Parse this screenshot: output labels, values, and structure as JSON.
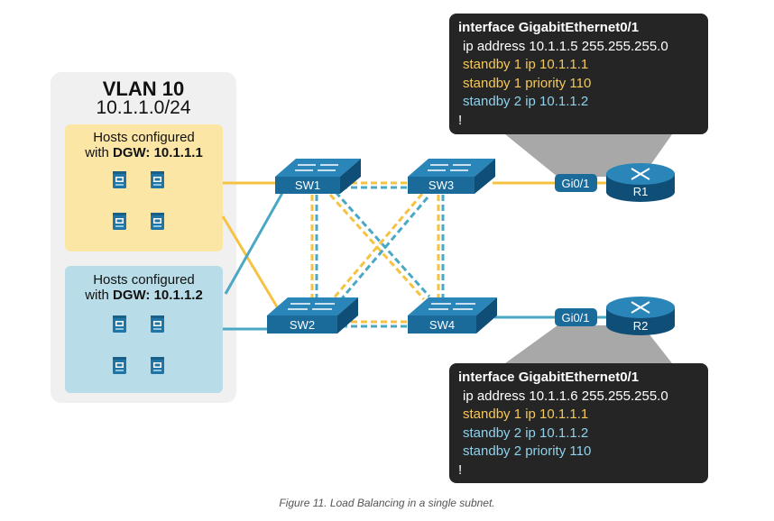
{
  "vlan": {
    "title": "VLAN 10",
    "subnet": "10.1.1.0/24"
  },
  "host_groups": [
    {
      "line1": "Hosts configured",
      "prefix": "with ",
      "dgw_label": "DGW:",
      "dgw_value": "10.1.1.1"
    },
    {
      "line1": "Hosts configured",
      "prefix": "with ",
      "dgw_label": "DGW:",
      "dgw_value": "10.1.1.2"
    }
  ],
  "switches": [
    "SW1",
    "SW2",
    "SW3",
    "SW4"
  ],
  "routers": [
    {
      "name": "R1",
      "port": "Gi0/1"
    },
    {
      "name": "R2",
      "port": "Gi0/1"
    }
  ],
  "configs": {
    "r1": {
      "interface": "interface GigabitEthernet0/1",
      "ip": "ip address 10.1.1.5 255.255.255.0",
      "standby_a": "standby 1 ip 10.1.1.1",
      "standby_b": "standby 1 priority 110",
      "standby_c": "standby 2 ip 10.1.1.2",
      "end": "!"
    },
    "r2": {
      "interface": "interface GigabitEthernet0/1",
      "ip": "ip address 10.1.1.6 255.255.255.0",
      "standby_a": "standby 1 ip 10.1.1.1",
      "standby_b": "standby 2 ip 10.1.1.2",
      "standby_c": "standby 2 priority 110",
      "end": "!"
    }
  },
  "caption": "Figure 11. Load Balancing in a single subnet.",
  "colors": {
    "yellow": "#f5c242",
    "blue": "#4aa8c4",
    "device": "#1a6a9a",
    "terminal": "#252525"
  }
}
